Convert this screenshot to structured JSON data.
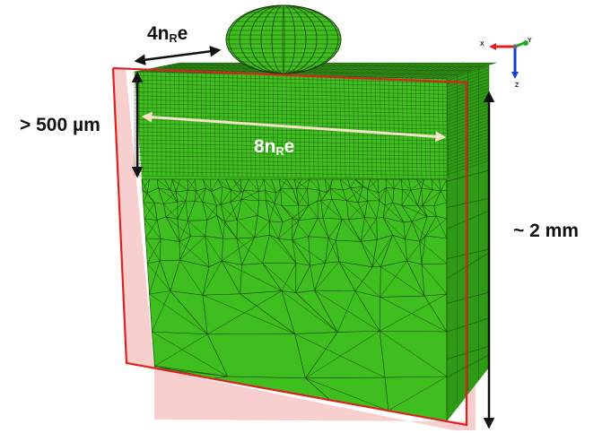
{
  "labels": {
    "top_dim": {
      "base": "4n",
      "sub": "R",
      "suffix": "e"
    },
    "width_dim": {
      "base": "8n",
      "sub": "R",
      "suffix": "e"
    },
    "depth_dim": "> 500 µm",
    "height_dim": "~ 2 mm"
  },
  "axis_triad": {
    "x": "X",
    "y": "Y",
    "z": "Z"
  },
  "colors": {
    "mesh_fill": "#3fbf1f",
    "mesh_dark": "#2c8c14",
    "mesh_lines": "#1a3d0c",
    "cut_plane_fill": "#f5c7c7",
    "cut_plane_edge": "#e02020",
    "width_arrow": "#f3e3c8",
    "arrows": "#111111"
  }
}
